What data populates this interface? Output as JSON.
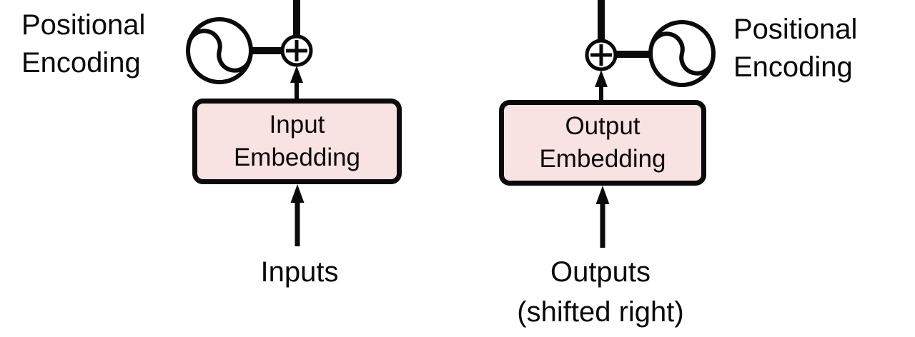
{
  "colors": {
    "stroke": "#0a0a0a",
    "box_fill": "#f8e2e2",
    "background": "#ffffff"
  },
  "left": {
    "pe_line1": "Positional",
    "pe_line2": "Encoding",
    "box_line1": "Input",
    "box_line2": "Embedding",
    "bottom_label": "Inputs",
    "icons": {
      "sine": "sine-wave-icon",
      "add": "plus-circle-icon"
    }
  },
  "right": {
    "pe_line1": "Positional",
    "pe_line2": "Encoding",
    "box_line1": "Output",
    "box_line2": "Embedding",
    "bottom_line1": "Outputs",
    "bottom_line2": "(shifted right)",
    "icons": {
      "sine": "sine-wave-icon",
      "add": "plus-circle-icon"
    }
  }
}
